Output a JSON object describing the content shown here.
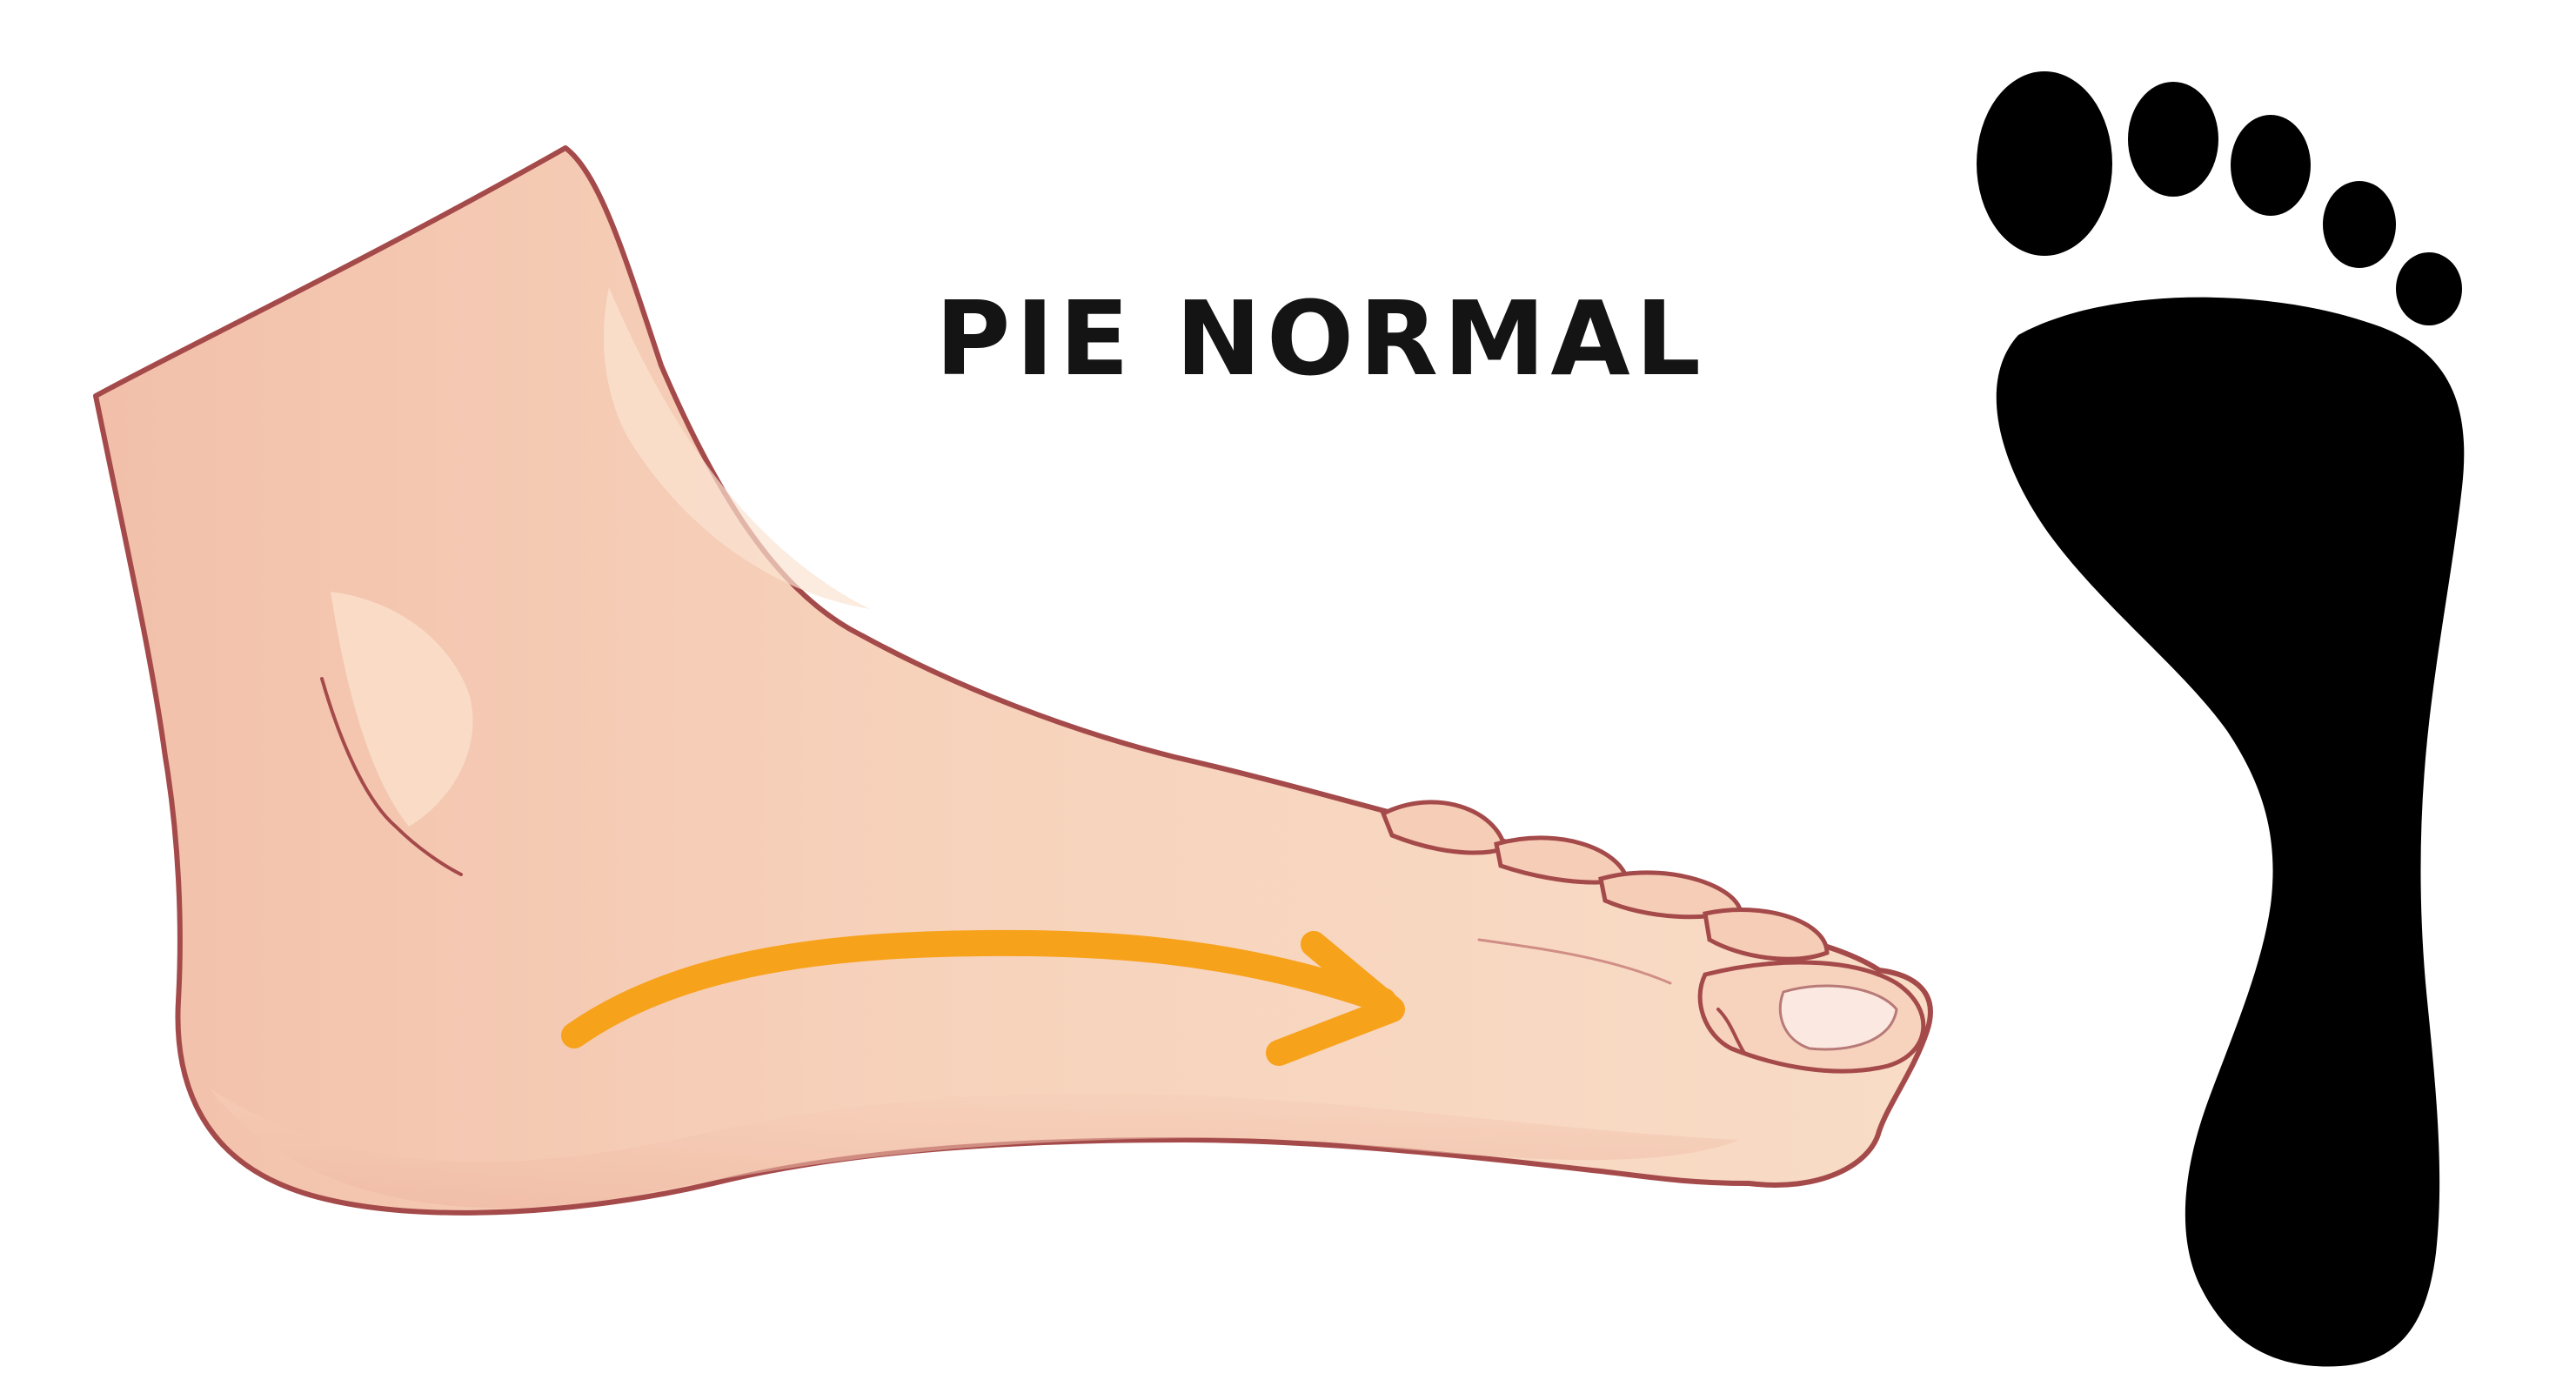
{
  "title": "PIE NORMAL",
  "colors": {
    "background": "#ffffff",
    "skin_light": "#f8d8c0",
    "skin_mid": "#f2c2ac",
    "skin_shadow": "#e8a996",
    "outline": "#a54a4a",
    "arch_arrow": "#f7a21b",
    "footprint": "#000000",
    "title_text": "#141414"
  },
  "icons": {
    "foot_side_view": "foot-side-view-illustration",
    "footprint": "normal-arch-footprint-icon",
    "arch_arrow": "arch-direction-arrow"
  }
}
